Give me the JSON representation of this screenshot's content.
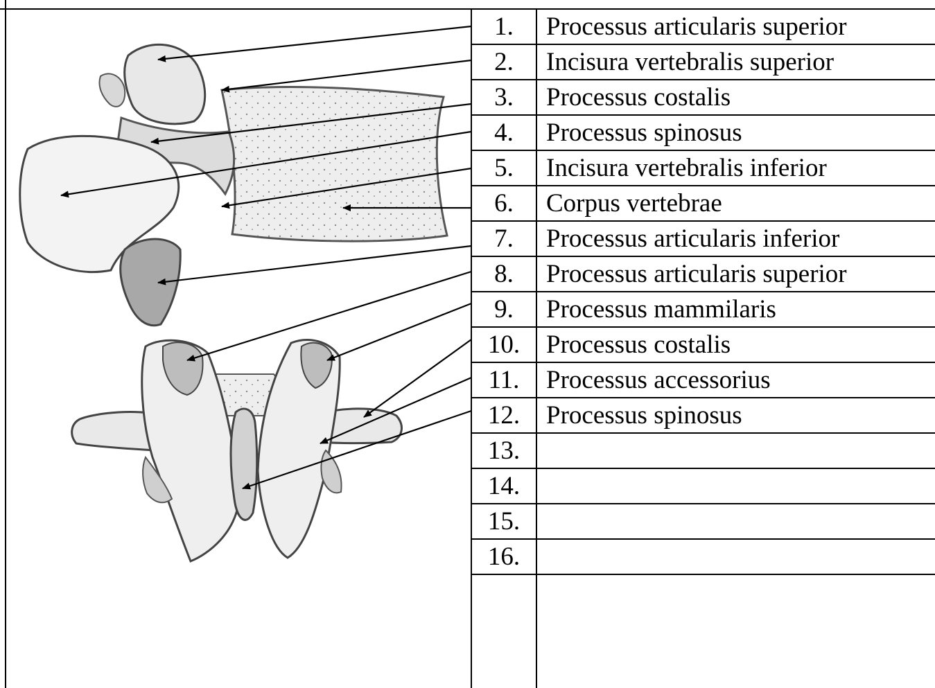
{
  "labels": [
    {
      "number": "1.",
      "term": "Processus articularis superior"
    },
    {
      "number": "2.",
      "term": "Incisura vertebralis superior"
    },
    {
      "number": "3.",
      "term": "Processus costalis"
    },
    {
      "number": "4.",
      "term": "Processus spinosus"
    },
    {
      "number": "5.",
      "term": "Incisura vertebralis inferior"
    },
    {
      "number": "6.",
      "term": "Corpus vertebrae"
    },
    {
      "number": "7.",
      "term": "Processus articularis inferior"
    },
    {
      "number": "8.",
      "term": "Processus articularis superior"
    },
    {
      "number": "9.",
      "term": "Processus mammilaris"
    },
    {
      "number": "10.",
      "term": "Processus costalis"
    },
    {
      "number": "11.",
      "term": "Processus accessorius"
    },
    {
      "number": "12.",
      "term": "Processus spinosus"
    },
    {
      "number": "13.",
      "term": ""
    },
    {
      "number": "14.",
      "term": ""
    },
    {
      "number": "15.",
      "term": ""
    },
    {
      "number": "16.",
      "term": ""
    }
  ],
  "colors": {
    "line": "#000000",
    "bone_fill": "#ececec",
    "bone_shade": "#9a9a9a",
    "background": "#ffffff"
  }
}
